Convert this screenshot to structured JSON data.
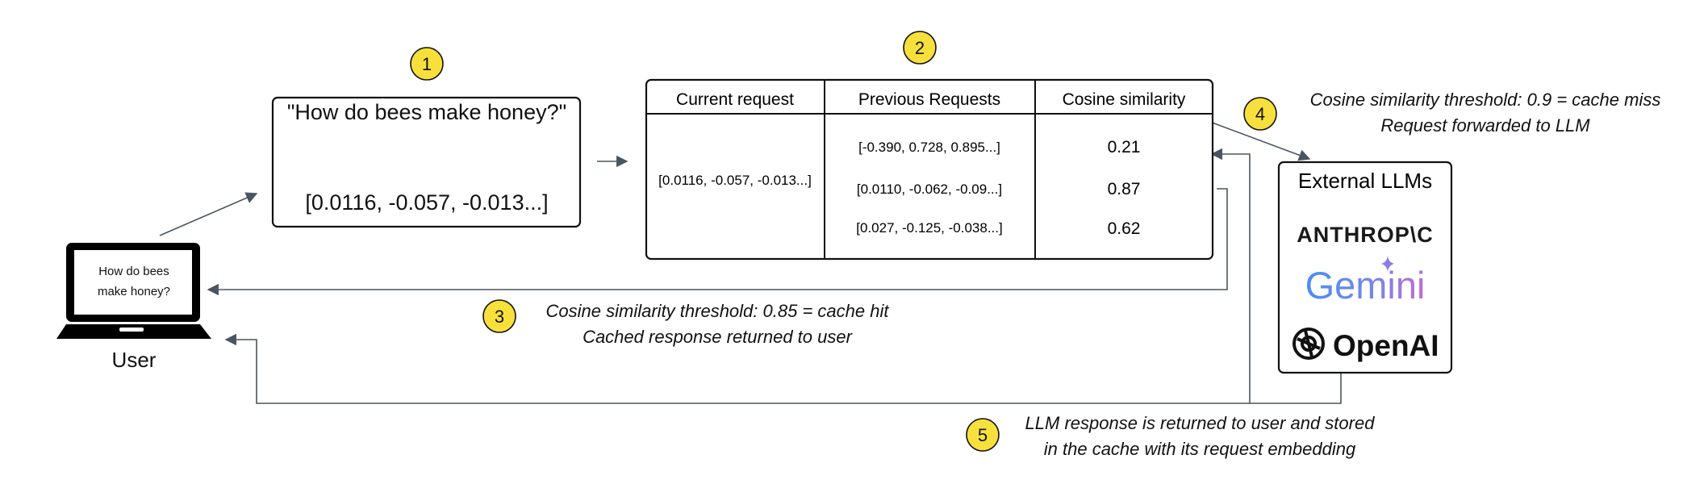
{
  "colors": {
    "badge_fill": "#f8e03c",
    "line": "#4a5560",
    "frame": "#111111",
    "gemini_left": "#4a8df6",
    "gemini_right": "#c06dd0"
  },
  "steps": {
    "s1": "1",
    "s2": "2",
    "s3": "3",
    "s4": "4",
    "s5": "5"
  },
  "user": {
    "screen_line1": "How do bees",
    "screen_line2": "make honey?",
    "label": "User",
    "icon": "laptop-icon"
  },
  "embedding_box": {
    "question": "\"How do bees make honey?\"",
    "vector": "[0.0116, -0.057, -0.013...]"
  },
  "cache_table": {
    "headers": [
      "Current request",
      "Previous Requests",
      "Cosine similarity"
    ],
    "current": "[0.0116, -0.057, -0.013...]",
    "rows": [
      {
        "previous": "[-0.390, 0.728, 0.895...]",
        "similarity": "0.21"
      },
      {
        "previous": "[0.0110, -0.062, -0.09...]",
        "similarity": "0.87"
      },
      {
        "previous": "[0.027, -0.125, -0.038...]",
        "similarity": "0.62"
      }
    ]
  },
  "llm_box": {
    "title": "External LLMs",
    "providers": [
      "ANTHROP\\C",
      "Gemini",
      "OpenAI"
    ],
    "openai_icon": "openai-logo-icon",
    "gemini_icon": "sparkle-icon"
  },
  "annotations": {
    "hit_line1": "Cosine similarity threshold: 0.85 = cache hit",
    "hit_line2": "Cached response returned to user",
    "miss_line1": "Cosine similarity threshold: 0.9 = cache miss",
    "miss_line2": "Request forwarded to LLM",
    "store_line1": "LLM response is returned to user and stored",
    "store_line2": "in the cache with its request embedding"
  }
}
